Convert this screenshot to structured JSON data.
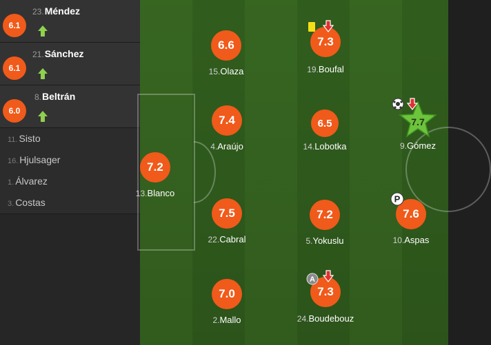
{
  "subs": [
    {
      "num": "23.",
      "name": "Méndez",
      "rating": "6.1"
    },
    {
      "num": "21.",
      "name": "Sánchez",
      "rating": "6.1"
    },
    {
      "num": "8.",
      "name": "Beltrán",
      "rating": "6.0"
    }
  ],
  "bench": [
    {
      "num": "11.",
      "name": "Sisto"
    },
    {
      "num": "16.",
      "name": "Hjulsager"
    },
    {
      "num": "1.",
      "name": "Álvarez"
    },
    {
      "num": "3.",
      "name": "Costas"
    }
  ],
  "players": {
    "olaza": {
      "rating": "6.6",
      "num": "15.",
      "name": "Olaza"
    },
    "boufal": {
      "rating": "7.3",
      "num": "19.",
      "name": "Boufal"
    },
    "araujo": {
      "rating": "7.4",
      "num": "4.",
      "name": "Araújo"
    },
    "lobotka": {
      "rating": "6.5",
      "num": "14.",
      "name": "Lobotka"
    },
    "gomez": {
      "rating": "7.7",
      "num": "9.",
      "name": "Gómez"
    },
    "blanco": {
      "rating": "7.2",
      "num": "13.",
      "name": "Blanco"
    },
    "cabral": {
      "rating": "7.5",
      "num": "22.",
      "name": "Cabral"
    },
    "yokuslu": {
      "rating": "7.2",
      "num": "5.",
      "name": "Yokuslu"
    },
    "aspas": {
      "rating": "7.6",
      "num": "10.",
      "name": "Aspas"
    },
    "mallo": {
      "rating": "7.0",
      "num": "2.",
      "name": "Mallo"
    },
    "boudebouz": {
      "rating": "7.3",
      "num": "24.",
      "name": "Boudebouz"
    }
  },
  "badges": {
    "assist_letter": "A",
    "penalty_letter": "P"
  },
  "colors": {
    "rating_orange": "#f05a1a",
    "mvp_green": "#6cc43c",
    "sub_in_arrow": "#8fd14f",
    "sub_out_arrow": "#e03030",
    "yellow_card": "#f4e016"
  },
  "icons": [
    "sub-in-arrow-icon",
    "sub-out-arrow-icon",
    "yellow-card-icon",
    "goal-ball-icon",
    "assist-icon",
    "penalty-icon",
    "mvp-star-icon"
  ]
}
